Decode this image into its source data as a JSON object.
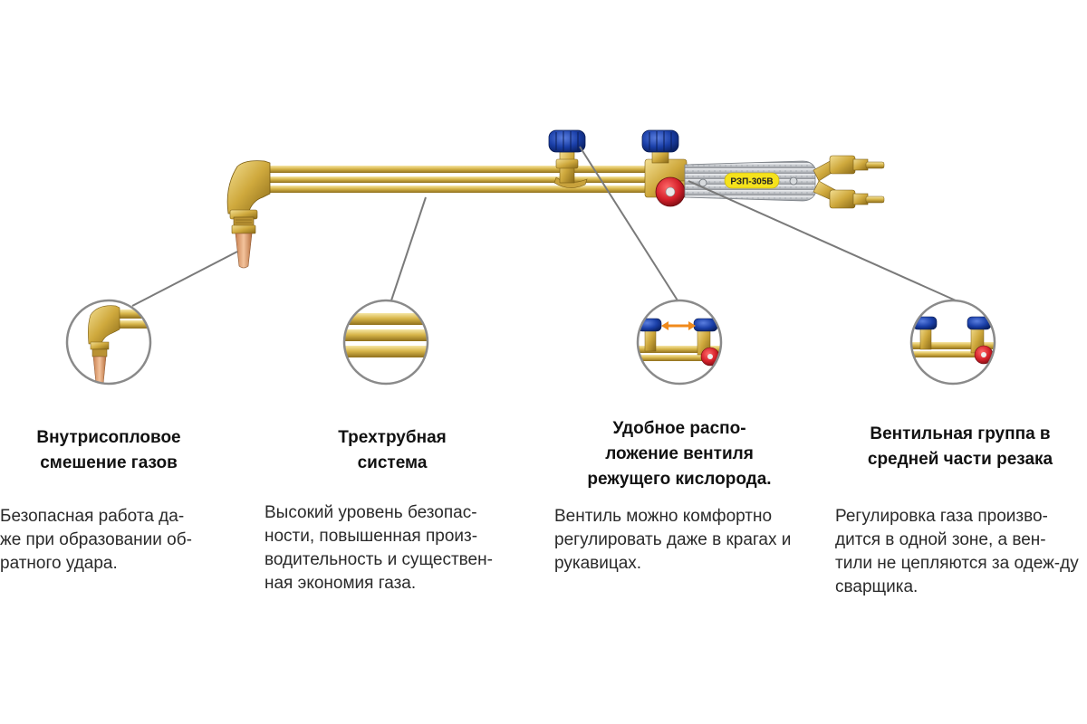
{
  "product": {
    "model_label": "РЗП-305В"
  },
  "features": [
    {
      "title": "Внутрисопловое\nсмешение газов",
      "description": "Безопасная работа да-\nже при образовании об-\nратного удара."
    },
    {
      "title": "Трехтрубная\nсистема",
      "description": "Высокий уровень безопас-\nности, повышенная произ-\nводительность и существен-\nная экономия газа."
    },
    {
      "title": "Удобное распо-\nложение вентиля\nрежущего кислорода.",
      "description": "Вентиль можно комфортно\nрегулировать даже в крагах и\nрукавицах."
    },
    {
      "title": "Вентильная группа в\nсредней части резака",
      "description": "Регулировка газа произво-\nдится в одной зоне, а вен-\nтили не цепляются за одеж-ду\nсварщика."
    }
  ],
  "colors": {
    "brass": "#d9b84e",
    "brass_dark": "#9c7c22",
    "brass_light": "#f4e29a",
    "copper": "#e0a070",
    "knob_blue": "#1a3fa8",
    "valve_red": "#d4202a",
    "handle_grey": "#c9ccd0",
    "callout_line": "#7a7a7a",
    "label_yellow": "#f5e21c"
  }
}
